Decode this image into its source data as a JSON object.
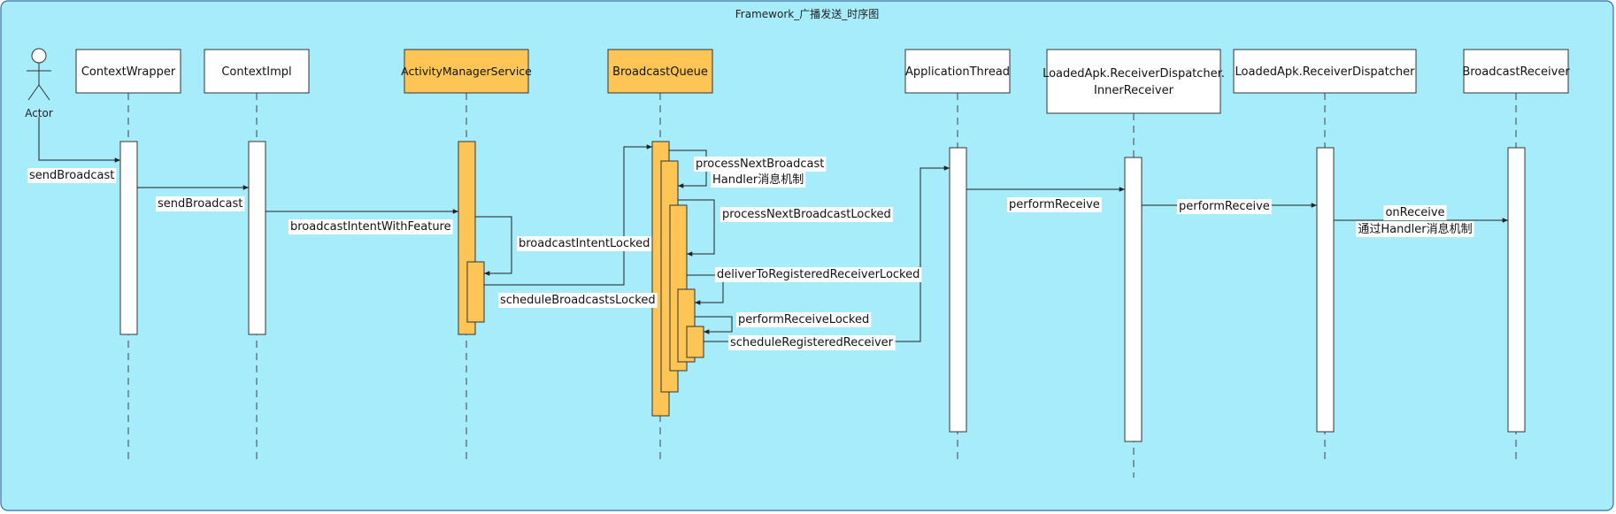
{
  "title": "Framework_广播发送_时序图",
  "actor": {
    "label": "Actor"
  },
  "participants": [
    {
      "id": "cw",
      "label": "ContextWrapper"
    },
    {
      "id": "ci",
      "label": "ContextImpl"
    },
    {
      "id": "ams",
      "label": "ActivityManagerService"
    },
    {
      "id": "bq",
      "label": "BroadcastQueue"
    },
    {
      "id": "at",
      "label": "ApplicationThread"
    },
    {
      "id": "ir",
      "label_line1": "LoadedApk.ReceiverDispatcher.",
      "label_line2": "InnerReceiver"
    },
    {
      "id": "rd",
      "label": "LoadedApk.ReceiverDispatcher"
    },
    {
      "id": "br",
      "label": "BroadcastReceiver"
    }
  ],
  "messages": [
    {
      "id": "m1",
      "label": "sendBroadcast"
    },
    {
      "id": "m2",
      "label": "sendBroadcast"
    },
    {
      "id": "m3",
      "label": "broadcastIntentWithFeature"
    },
    {
      "id": "m4",
      "label": "broadcastIntentLocked"
    },
    {
      "id": "m5",
      "label": "scheduleBroadcastsLocked"
    },
    {
      "id": "m6",
      "label": "processNextBroadcast",
      "label2": "Handler消息机制"
    },
    {
      "id": "m7",
      "label": "processNextBroadcastLocked"
    },
    {
      "id": "m8",
      "label": "deliverToRegisteredReceiverLocked"
    },
    {
      "id": "m9",
      "label": "performReceiveLocked"
    },
    {
      "id": "m10",
      "label": "scheduleRegisteredReceiver"
    },
    {
      "id": "m11",
      "label": "performReceive"
    },
    {
      "id": "m12",
      "label": "performReceive"
    },
    {
      "id": "m13",
      "label": "onReceive",
      "label2": "通过Handler消息机制"
    }
  ],
  "colors": {
    "background": "#a6ecfb",
    "highlight": "#fdc555",
    "box": "#ffffff",
    "line": "#333333"
  }
}
